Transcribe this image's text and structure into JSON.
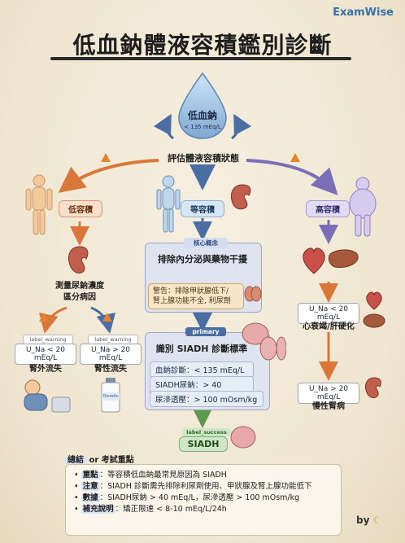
{
  "brand": "ExamWise",
  "title": "低血鈉體液容積鑑別診斷",
  "start": {
    "label": "低血鈉",
    "sub": "< 135 mEq/L"
  },
  "assess": "評估體液容積狀態",
  "branches": {
    "low": {
      "label": "低容積"
    },
    "eq": {
      "label": "等容積"
    },
    "high": {
      "label": "高容積"
    }
  },
  "low_flow": {
    "step": "測量尿鈉濃度\n區分病因",
    "left": {
      "tag": "label_warning",
      "lab": "U_Na < 20 mEq/L",
      "result": "腎外流失"
    },
    "right": {
      "tag": "label_warning",
      "lab": "U_Na > 20 mEq/L",
      "result": "腎性流失"
    },
    "diuretic": "Diuretic"
  },
  "eq_flow": {
    "core_tag": "核心概念",
    "core_title": "排除內分泌與藥物干擾",
    "warning": "警告：排除甲狀腺低下/\n腎上腺功能不全, 利尿劑",
    "primary_tag": "primary",
    "criteria_title": "識別 SIADH 診斷標準",
    "criteria": [
      "血鈉診斷：< 135 mEq/L",
      "SIADH尿鈉：> 40 mEq/L",
      "尿滲透壓：> 100 mOsm/kg"
    ],
    "success_tag": "label_success",
    "result": "SIADH"
  },
  "high_flow": {
    "lab1": "U_Na < 20 mEq/L",
    "result1": "心衰竭/肝硬化",
    "lab2": "U_Na > 20 mEq/L",
    "result2": "慢性腎病"
  },
  "summary": {
    "head_key": "總結",
    "head_rest": "or 考試重點",
    "rows": [
      {
        "key": "重點",
        "text": "：等容積低血鈉最常見原因為 SIADH"
      },
      {
        "key": "注意",
        "text": "：SIADH 診斷需先排除利尿劑使用、甲狀腺及腎上腺功能低下"
      },
      {
        "key": "數據",
        "text": "：SIADH尿鈉 > 40 mEq/L，尿滲透壓 > 100 mOsm/kg"
      },
      {
        "key": "補充說明",
        "text": "：矯正限速 < 8-10 mEq/L/24h"
      }
    ]
  },
  "byline": "by"
}
